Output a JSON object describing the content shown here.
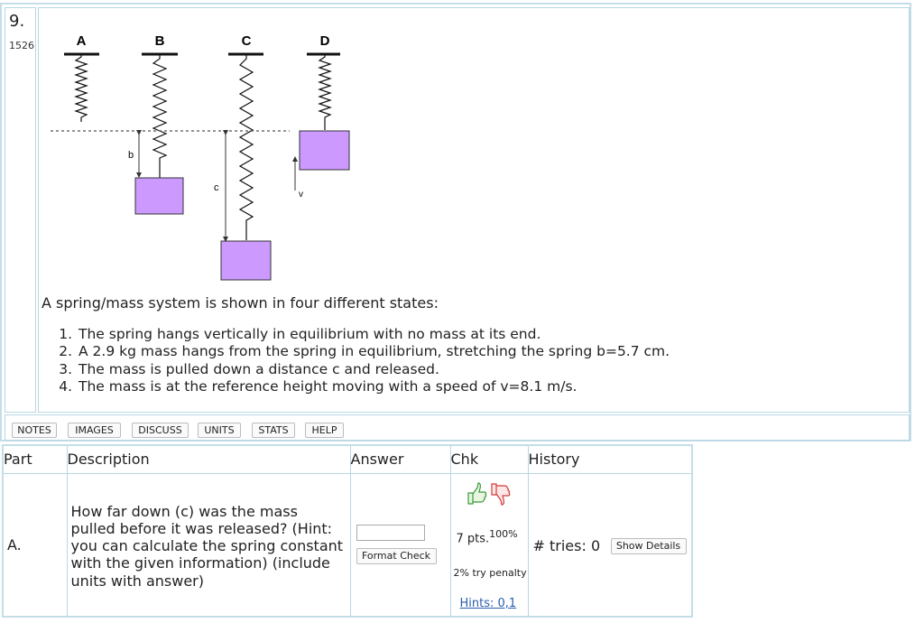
{
  "problem": {
    "number": "9.",
    "id": "1526",
    "diagram": {
      "labels": [
        "A",
        "B",
        "C",
        "D"
      ],
      "b_label": "b",
      "c_label": "c",
      "v_label": "v",
      "mass_color": "#cc99ff"
    },
    "intro": "A spring/mass system is shown in four different states:",
    "states": [
      "The spring hangs vertically in equilibrium with no mass at its end.",
      "A 2.9 kg mass hangs from the spring in equilibrium, stretching the spring b=5.7 cm.",
      "The mass is pulled down a distance c and released.",
      "The mass is at the reference height moving with a speed of v=8.1 m/s."
    ]
  },
  "toolbar": [
    "NOTES",
    "IMAGES",
    "DISCUSS",
    "UNITS",
    "STATS",
    "HELP"
  ],
  "table": {
    "headers": [
      "Part",
      "Description",
      "Answer",
      "Chk",
      "History"
    ],
    "row": {
      "part": "A.",
      "description": "How far down (c) was the mass pulled before it was released? (Hint: you can calculate the spring constant with the given information) (include units with answer)",
      "answer_value": "",
      "format_check": "Format Check",
      "points": "7 pts.",
      "points_pct": "100%",
      "penalty": "2% try penalty",
      "hints": "Hints: 0,1",
      "tries": "# tries: 0",
      "show_details": "Show Details"
    }
  }
}
